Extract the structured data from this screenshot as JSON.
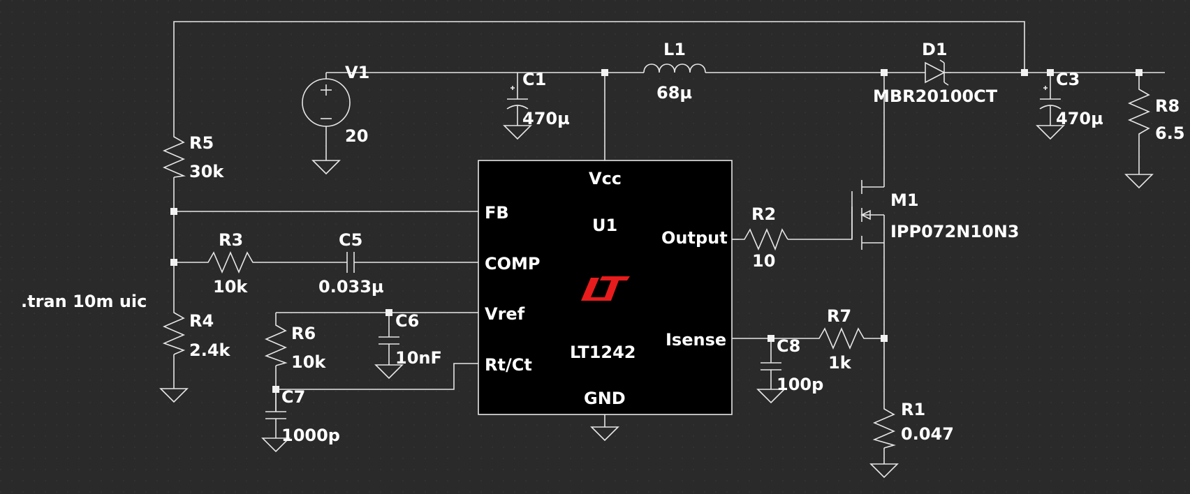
{
  "schematic": {
    "directive": ".tran 10m uic",
    "components": {
      "V1": {
        "ref": "V1",
        "value": "20"
      },
      "C1": {
        "ref": "C1",
        "value": "470µ"
      },
      "L1": {
        "ref": "L1",
        "value": "68µ"
      },
      "D1": {
        "ref": "D1",
        "value": "MBR20100CT"
      },
      "C3": {
        "ref": "C3",
        "value": "470µ"
      },
      "R8": {
        "ref": "R8",
        "value": "6.5"
      },
      "R5": {
        "ref": "R5",
        "value": "30k"
      },
      "R3": {
        "ref": "R3",
        "value": "10k"
      },
      "C5": {
        "ref": "C5",
        "value": "0.033µ"
      },
      "R4": {
        "ref": "R4",
        "value": "2.4k"
      },
      "R6": {
        "ref": "R6",
        "value": "10k"
      },
      "C6": {
        "ref": "C6",
        "value": "10nF"
      },
      "C7": {
        "ref": "C7",
        "value": "1000p"
      },
      "R2": {
        "ref": "R2",
        "value": "10"
      },
      "M1": {
        "ref": "M1",
        "value": "IPP072N10N3"
      },
      "R7": {
        "ref": "R7",
        "value": "1k"
      },
      "C8": {
        "ref": "C8",
        "value": "100p"
      },
      "R1": {
        "ref": "R1",
        "value": "0.047"
      }
    },
    "ic": {
      "ref": "U1",
      "part": "LT1242",
      "pins": {
        "vcc": "Vcc",
        "fb": "FB",
        "comp": "COMP",
        "vref": "Vref",
        "rtct": "Rt/Ct",
        "output": "Output",
        "isense": "Isense",
        "gnd": "GND"
      },
      "logo_color": "#e81c1c"
    },
    "colors": {
      "background": "#2a2a2a",
      "wire": "#e6e6e6",
      "ic_fill": "#000000",
      "text": "#ffffff"
    }
  }
}
